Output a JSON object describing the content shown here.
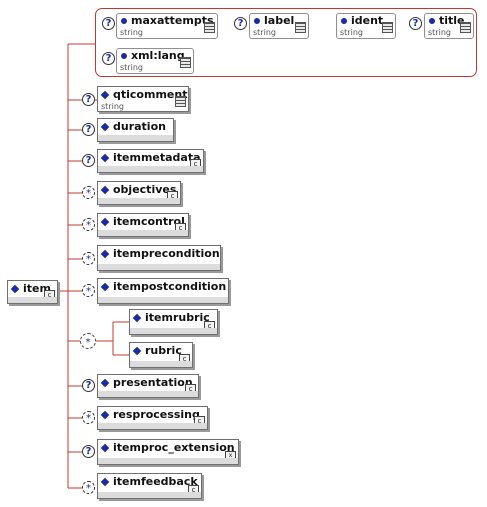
{
  "root": {
    "name": "item",
    "has_complex_icon": true
  },
  "attributes": [
    {
      "name": "maxattempts",
      "type": "string"
    },
    {
      "name": "label",
      "type": "string"
    },
    {
      "name": "ident",
      "type": "string"
    },
    {
      "name": "title",
      "type": "string"
    },
    {
      "name": "xml:lang",
      "type": "string"
    }
  ],
  "children": [
    {
      "name": "qticomment",
      "type": "string",
      "occurrence": "optional"
    },
    {
      "name": "duration",
      "occurrence": "optional"
    },
    {
      "name": "itemmetadata",
      "occurrence": "optional"
    },
    {
      "name": "objectives",
      "occurrence": "zero-or-more"
    },
    {
      "name": "itemcontrol",
      "occurrence": "zero-or-more"
    },
    {
      "name": "itemprecondition",
      "occurrence": "zero-or-more"
    },
    {
      "name": "itempostcondition",
      "occurrence": "zero-or-more"
    },
    {
      "name": "itemrubric",
      "occurrence": "choice"
    },
    {
      "name": "rubric",
      "occurrence": "choice"
    },
    {
      "name": "presentation",
      "occurrence": "optional"
    },
    {
      "name": "resprocessing",
      "occurrence": "zero-or-more"
    },
    {
      "name": "itemproc_extension",
      "occurrence": "optional"
    },
    {
      "name": "itemfeedback",
      "occurrence": "zero-or-more"
    }
  ],
  "symbols": {
    "optional": "?",
    "zero_or_more": "*",
    "choice": "*",
    "complex_icon": "c",
    "extension_icon": "x"
  },
  "colors": {
    "connector": "#c0392b",
    "diamond": "#1a2aa0",
    "border": "#707070"
  }
}
